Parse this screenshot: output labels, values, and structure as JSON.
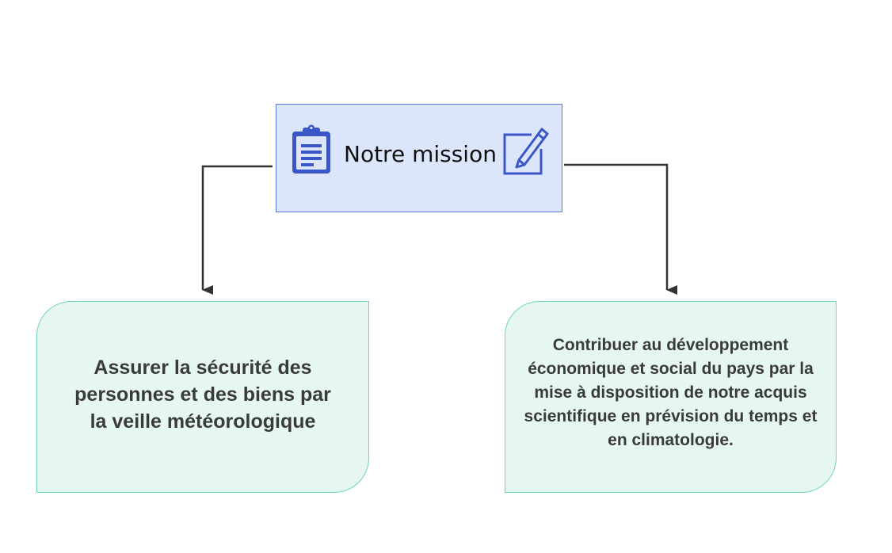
{
  "diagram": {
    "root": {
      "title": "Notre mission",
      "left_icon": "clipboard-icon",
      "right_icon": "edit-icon",
      "fill": "#dce6fb",
      "border": "#5b78d8",
      "icon_color": "#3b56c6"
    },
    "children": [
      {
        "text": "Assurer la sécurité des personnes et des biens par la veille météorologique"
      },
      {
        "text": "Contribuer au développement économique et social du pays par la mise à disposition de notre acquis scientifique en prévision du temps et en climatologie."
      }
    ],
    "leaf_fill": "#e6f7f2",
    "leaf_border": "#6fd4b8",
    "connector_color": "#333333"
  }
}
